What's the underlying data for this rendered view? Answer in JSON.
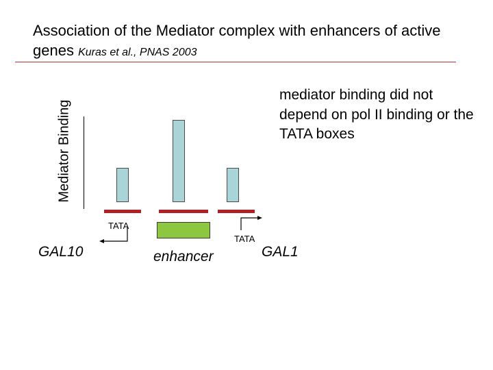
{
  "title": {
    "main": "Association of the Mediator complex with enhancers of active genes",
    "citation": "Kuras et al., PNAS 2003"
  },
  "note": "mediator binding did not depend on pol II binding or the TATA boxes",
  "axis": {
    "ylabel": "Mediator Binding"
  },
  "bars": [
    {
      "site": "GAL10 promoter",
      "relative_level": 0.42
    },
    {
      "site": "enhancer",
      "relative_level": 1.0
    },
    {
      "site": "GAL1 promoter",
      "relative_level": 0.42
    }
  ],
  "labels": {
    "tata_left": "TATA",
    "tata_right": "TATA",
    "gene_left": "GAL10",
    "enhancer": "enhancer",
    "gene_right": "GAL1"
  },
  "colors": {
    "bar_fill": "#a9d4d8",
    "probe_bar": "#b11f24",
    "enhancer_fill": "#8dc63f",
    "title_rule": "#c03030"
  }
}
